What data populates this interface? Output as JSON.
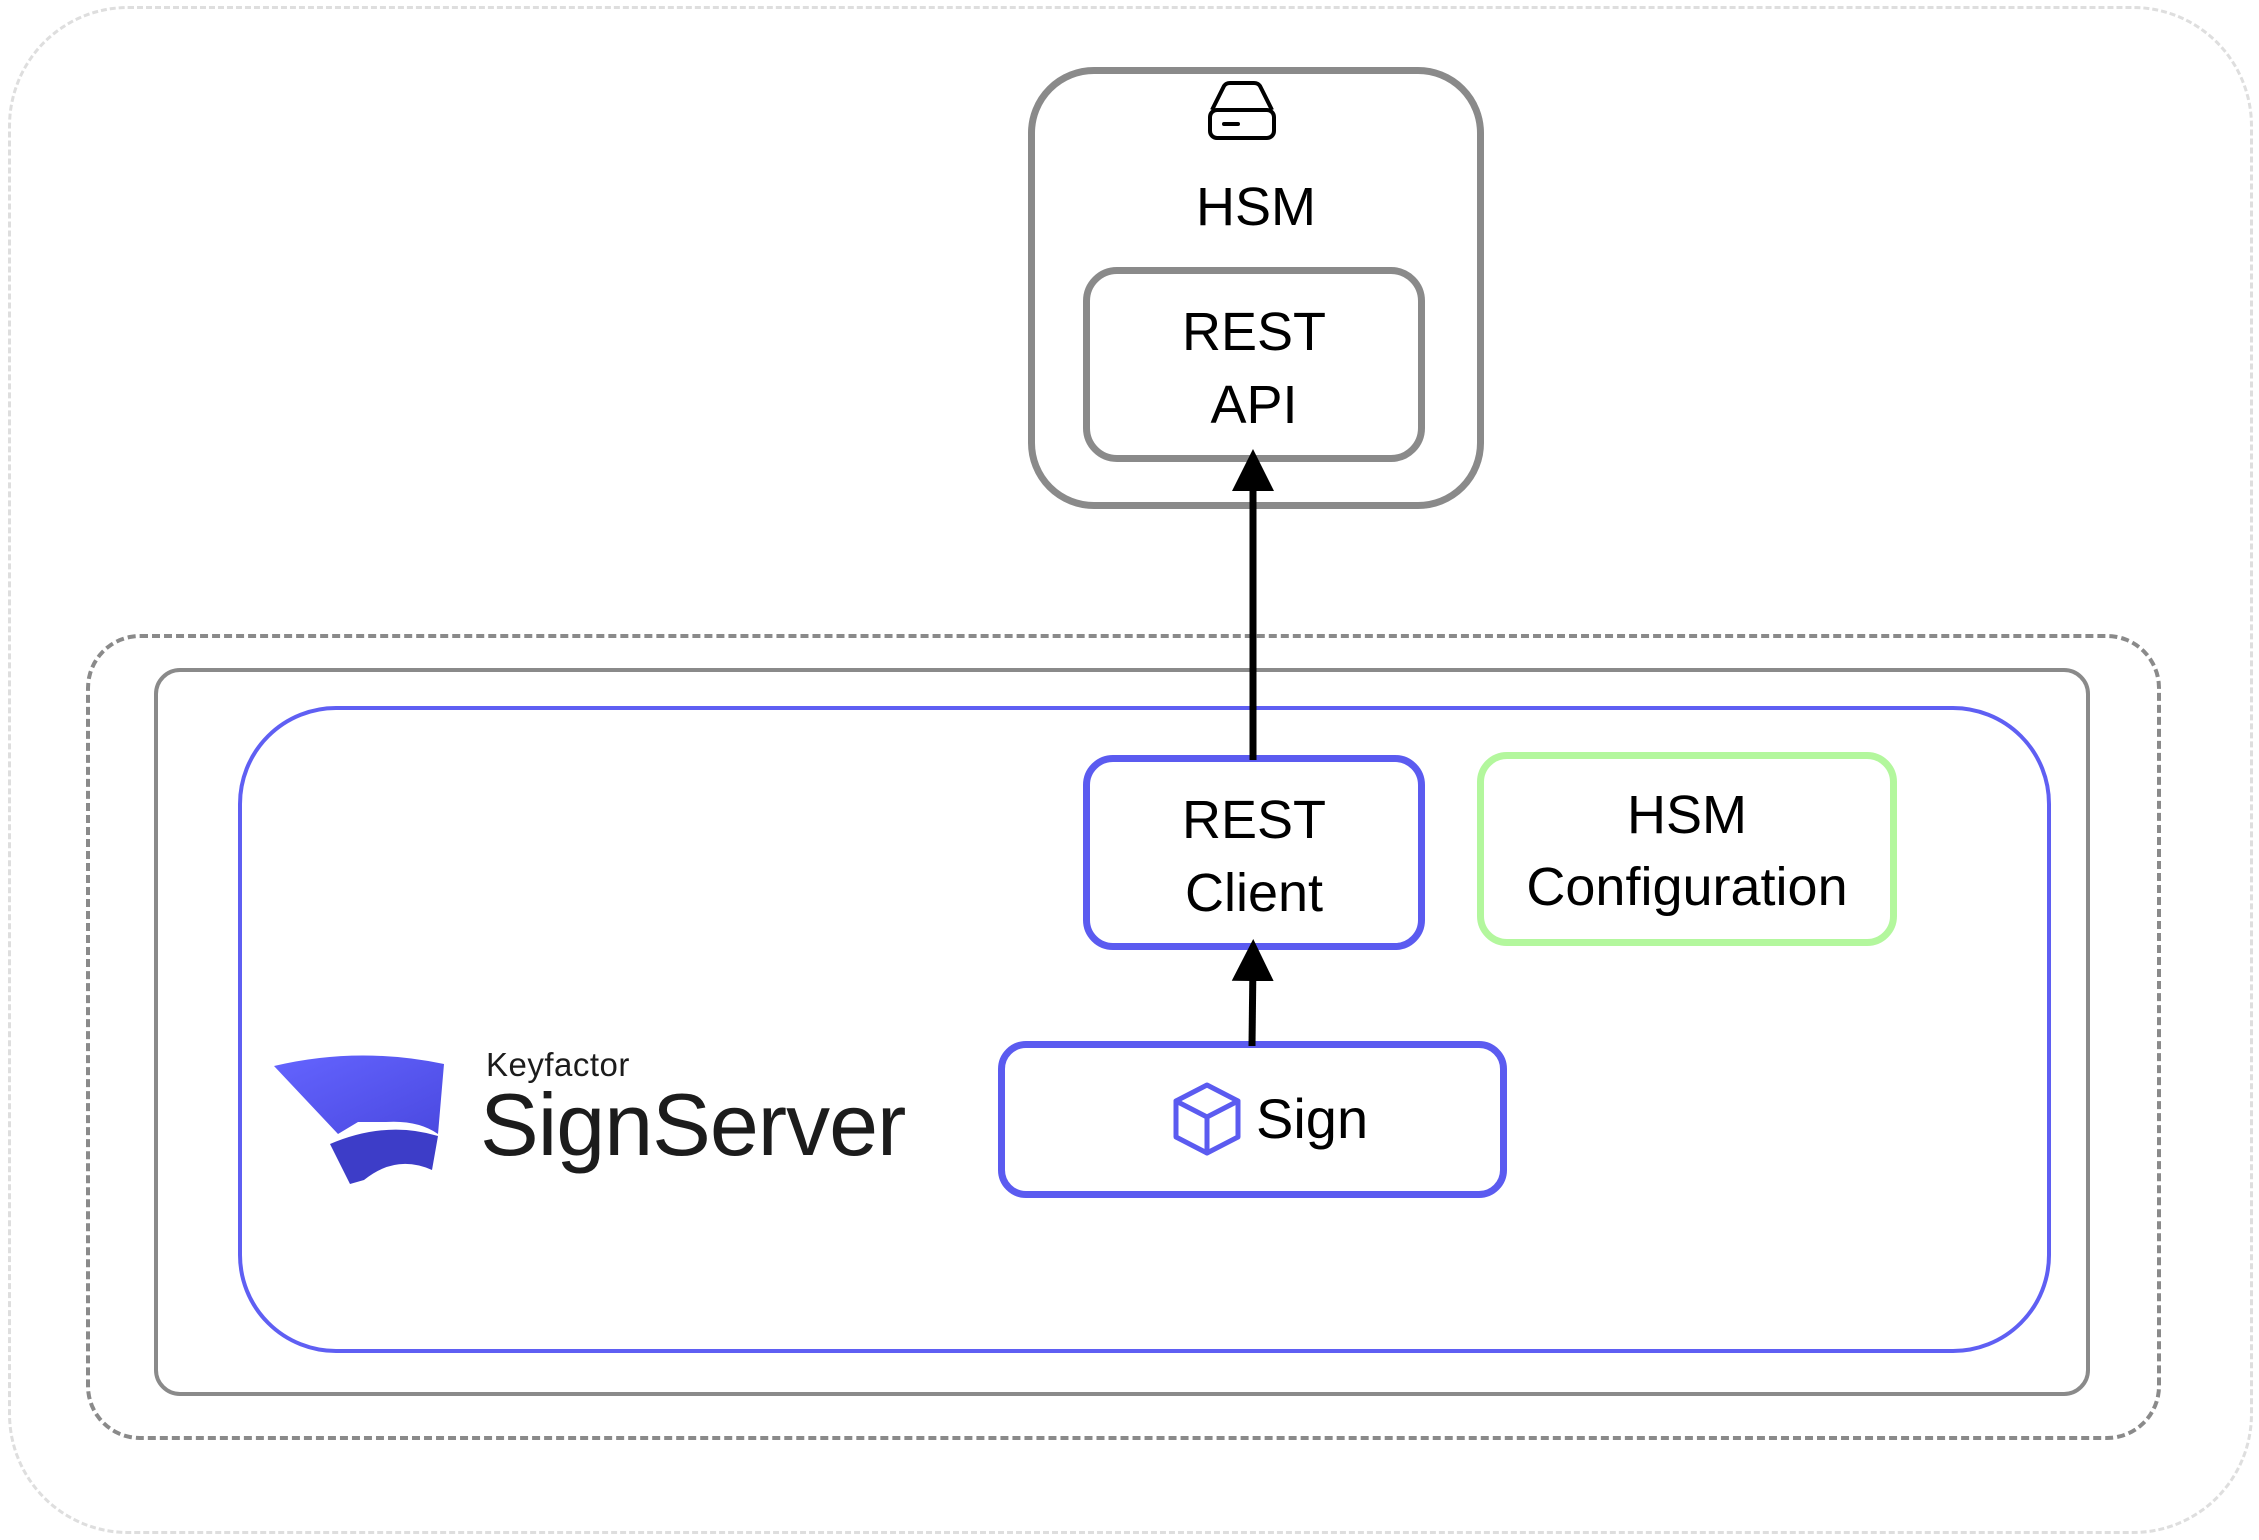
{
  "hsm": {
    "title": "HSM",
    "icon": "hard-drive-icon",
    "rest_api": {
      "line1": "REST",
      "line2": "API"
    }
  },
  "signserver": {
    "logo": {
      "company": "Keyfactor",
      "product": "SignServer",
      "mark_color": "#5a5af5"
    },
    "rest_client": {
      "line1": "REST",
      "line2": "Client"
    },
    "hsm_configuration": {
      "line1": "HSM",
      "line2": "Configuration"
    },
    "sign": {
      "label": "Sign",
      "icon": "cube-icon"
    }
  },
  "connections": [
    {
      "from": "sign-box",
      "to": "rest-client-box"
    },
    {
      "from": "rest-client-box",
      "to": "rest-api-box"
    }
  ],
  "colors": {
    "gray_border": "#8a8a8a",
    "signserver_blue": "#5b5bf0",
    "config_green": "#b3f79d",
    "arrow": "#000000"
  }
}
